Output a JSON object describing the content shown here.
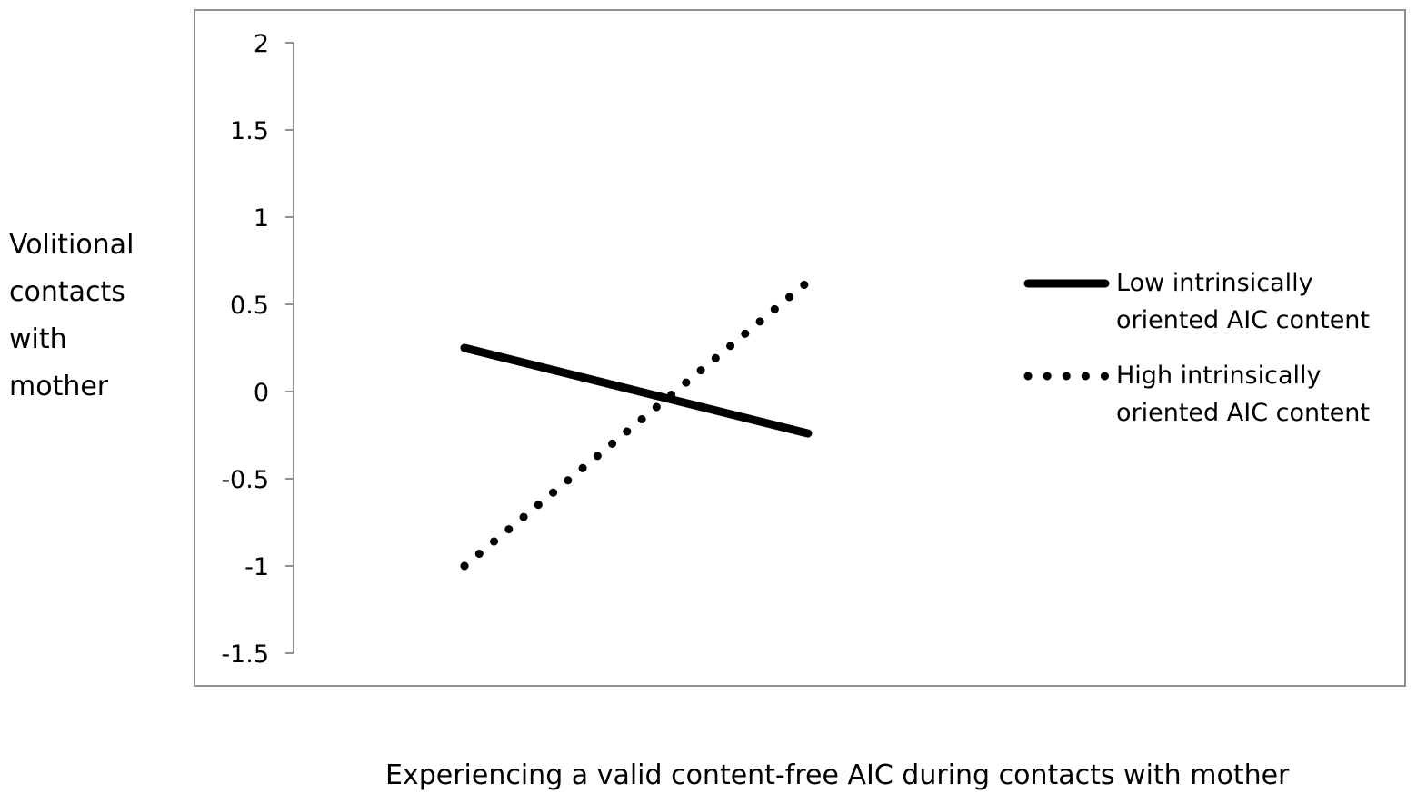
{
  "chart_data": {
    "type": "line",
    "title": "",
    "xlabel": "Experiencing a valid content-free AIC during contacts with mother",
    "ylabel_lines": [
      "Volitional",
      "contacts",
      "with",
      "mother"
    ],
    "ylim": [
      -1.5,
      2
    ],
    "yticks": [
      "2",
      "1.5",
      "1",
      "0.5",
      "0",
      "-0.5",
      "-1",
      "-1.5"
    ],
    "ytick_values": [
      2,
      1.5,
      1,
      0.5,
      0,
      -0.5,
      -1,
      -1.5
    ],
    "x": [
      0,
      1
    ],
    "series": [
      {
        "name_lines": [
          "Low intrinsically",
          "oriented AIC content"
        ],
        "style": "solid",
        "values": [
          0.25,
          -0.24
        ]
      },
      {
        "name_lines": [
          "High intrinsically",
          "oriented AIC content"
        ],
        "style": "dotted",
        "values": [
          -1.0,
          0.63
        ]
      }
    ],
    "grid": false,
    "legend_position": "right"
  }
}
